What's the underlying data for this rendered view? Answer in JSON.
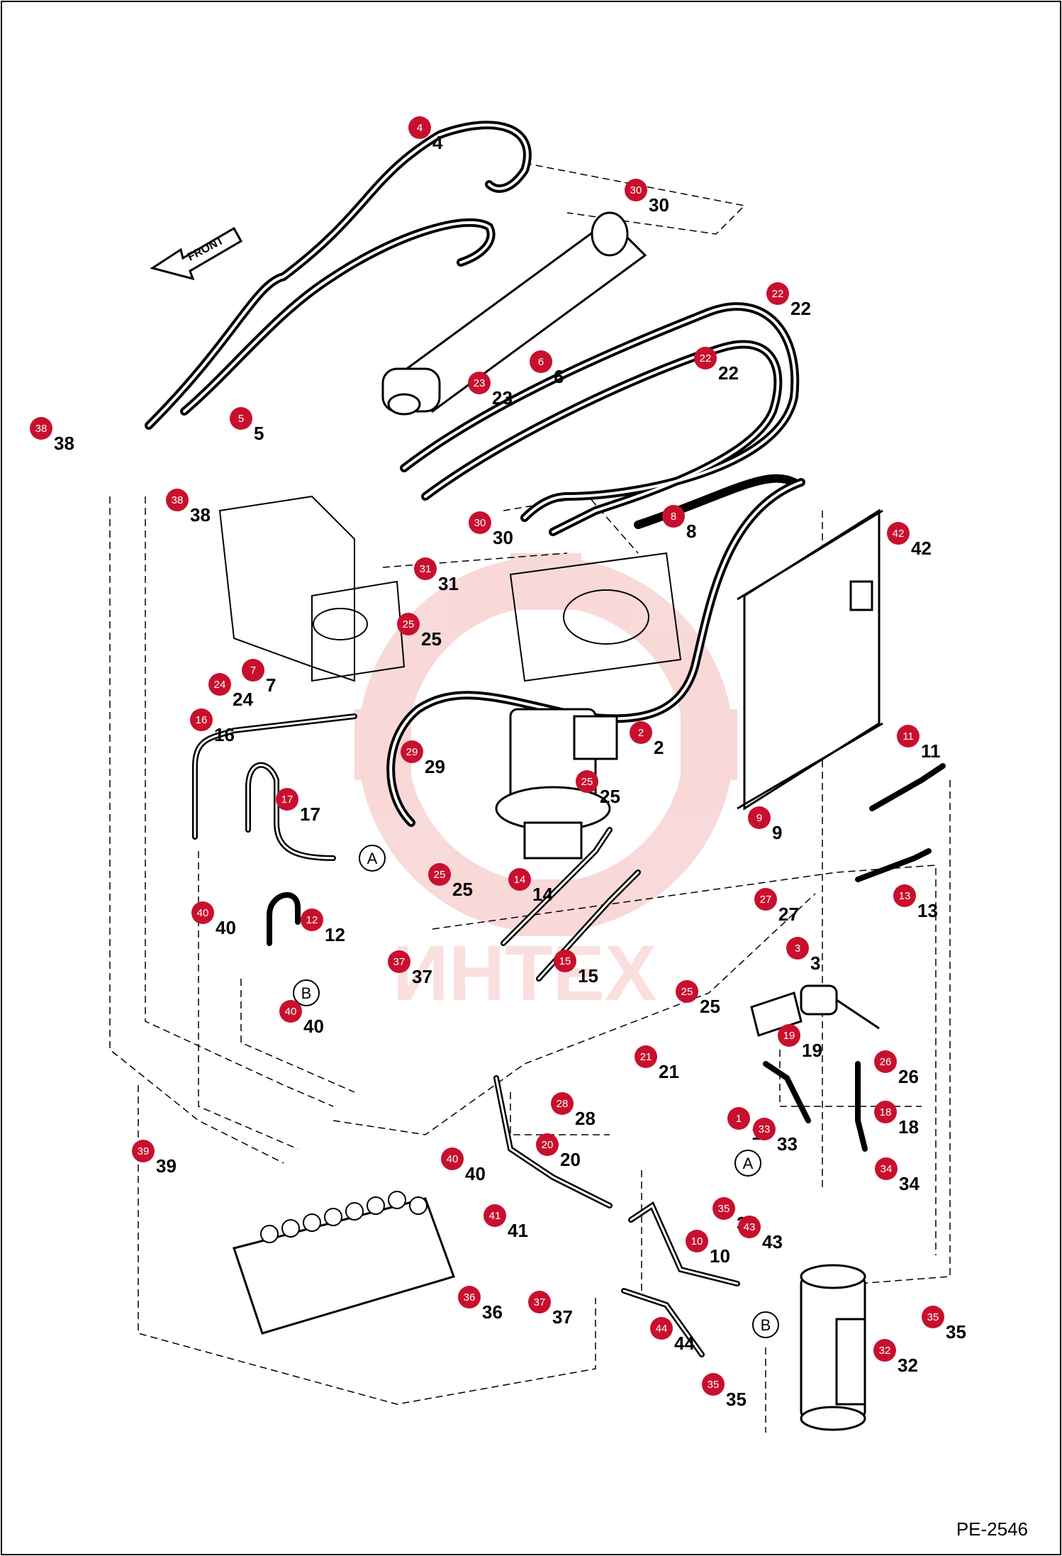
{
  "diagram": {
    "page_code": "PE-2546",
    "front_label": "FRONT",
    "watermark": "ИНТЕХ",
    "connectors": [
      {
        "id": "A",
        "label": "A"
      },
      {
        "id": "A2",
        "label": "A"
      },
      {
        "id": "B",
        "label": "B"
      },
      {
        "id": "B2",
        "label": "B"
      }
    ],
    "callouts": [
      {
        "n": "4",
        "text": "4"
      },
      {
        "n": "30",
        "text": "30"
      },
      {
        "n": "22",
        "text": "22"
      },
      {
        "n": "22b",
        "text": "22"
      },
      {
        "n": "6",
        "text": "6"
      },
      {
        "n": "23",
        "text": "23"
      },
      {
        "n": "5",
        "text": "5"
      },
      {
        "n": "38",
        "text": "38"
      },
      {
        "n": "38b",
        "text": "38"
      },
      {
        "n": "30b",
        "text": "30"
      },
      {
        "n": "8",
        "text": "8"
      },
      {
        "n": "42",
        "text": "42"
      },
      {
        "n": "31",
        "text": "31"
      },
      {
        "n": "25",
        "text": "25"
      },
      {
        "n": "7",
        "text": "7"
      },
      {
        "n": "24",
        "text": "24"
      },
      {
        "n": "16",
        "text": "16"
      },
      {
        "n": "2",
        "text": "2"
      },
      {
        "n": "11",
        "text": "11"
      },
      {
        "n": "29",
        "text": "29"
      },
      {
        "n": "17",
        "text": "17"
      },
      {
        "n": "25b",
        "text": "25"
      },
      {
        "n": "9",
        "text": "9"
      },
      {
        "n": "25c",
        "text": "25"
      },
      {
        "n": "14",
        "text": "14"
      },
      {
        "n": "40",
        "text": "40"
      },
      {
        "n": "12",
        "text": "12"
      },
      {
        "n": "13",
        "text": "13"
      },
      {
        "n": "27",
        "text": "27"
      },
      {
        "n": "3",
        "text": "3"
      },
      {
        "n": "37",
        "text": "37"
      },
      {
        "n": "15",
        "text": "15"
      },
      {
        "n": "40b",
        "text": "40"
      },
      {
        "n": "25d",
        "text": "25"
      },
      {
        "n": "19",
        "text": "19"
      },
      {
        "n": "21",
        "text": "21"
      },
      {
        "n": "26",
        "text": "26"
      },
      {
        "n": "28",
        "text": "28"
      },
      {
        "n": "18",
        "text": "18"
      },
      {
        "n": "1",
        "text": "1"
      },
      {
        "n": "33",
        "text": "33"
      },
      {
        "n": "39",
        "text": "39"
      },
      {
        "n": "20",
        "text": "20"
      },
      {
        "n": "40c",
        "text": "40"
      },
      {
        "n": "34",
        "text": "34"
      },
      {
        "n": "35",
        "text": "35"
      },
      {
        "n": "43",
        "text": "43"
      },
      {
        "n": "41",
        "text": "41"
      },
      {
        "n": "10",
        "text": "10"
      },
      {
        "n": "36",
        "text": "36"
      },
      {
        "n": "37b",
        "text": "37"
      },
      {
        "n": "35b",
        "text": "35"
      },
      {
        "n": "44",
        "text": "44"
      },
      {
        "n": "32",
        "text": "32"
      },
      {
        "n": "35c",
        "text": "35"
      }
    ]
  }
}
